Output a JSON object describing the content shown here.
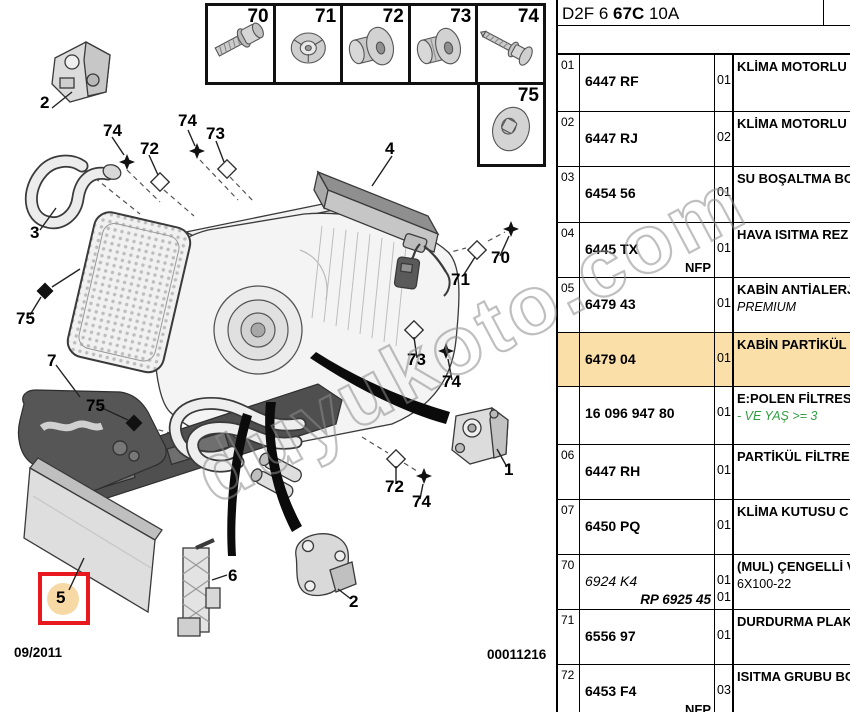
{
  "watermark": {
    "text": "duyukoto.com"
  },
  "footer": {
    "date": "09/2011",
    "sheet": "00011216"
  },
  "fasteners": [
    "70",
    "71",
    "72",
    "73",
    "74",
    "75"
  ],
  "diagram": {
    "callouts": [
      "2",
      "3",
      "74",
      "72",
      "74",
      "73",
      "4",
      "70",
      "71",
      "75",
      "7",
      "75",
      "73",
      "74",
      "1",
      "72",
      "74",
      "5",
      "6",
      "2"
    ]
  },
  "colors": {
    "highlight": "#fbdfa8",
    "selection_red": "#e8191e",
    "note_green": "#2f9e41"
  },
  "table": {
    "header": {
      "prefix": "D2F 6 ",
      "bold": "67C",
      "suffix": " 10A"
    },
    "rows": [
      {
        "num": "01",
        "part": "6447 RF",
        "qty": "01",
        "desc": "KLİMA MOTORLU"
      },
      {
        "num": "02",
        "part": "6447 RJ",
        "qty": "02",
        "desc": "KLİMA MOTORLU"
      },
      {
        "num": "03",
        "part": "6454 56",
        "qty": "01",
        "desc": "SU BOŞALTMA BO"
      },
      {
        "num": "04",
        "part": "6445 TX",
        "part_note": "NFP",
        "qty": "01",
        "desc": "HAVA ISITMA REZ"
      },
      {
        "num": "05",
        "part": "6479 43",
        "qty": "01",
        "desc": "KABİN ANTİALERJ",
        "desc2": "PREMIUM",
        "desc2_style": "italic"
      },
      {
        "num": "",
        "part": "6479 04",
        "qty": "01",
        "desc": "KABİN PARTİKÜL",
        "highlight": true
      },
      {
        "num": "",
        "part": "16 096 947 80",
        "qty": "01",
        "desc": "E:POLEN FİLTRES",
        "desc2": "- VE YAŞ >= 3",
        "desc2_style": "green-italic"
      },
      {
        "num": "06",
        "part": "6447 RH",
        "qty": "01",
        "desc": "PARTİKÜL FİLTRE"
      },
      {
        "num": "07",
        "part": "6450 PQ",
        "qty": "01",
        "desc": "KLİMA KUTUSU C"
      },
      {
        "num": "70",
        "part": "6924 K4",
        "part_style": "italic",
        "part_note": "RP 6925 45",
        "part_note_style": "bold-italic",
        "qty": "01",
        "qty2": "01",
        "desc": "(MUL) ÇENGELLİ V",
        "desc2": "6X100-22"
      },
      {
        "num": "71",
        "part": "6556 97",
        "qty": "01",
        "desc": "DURDURMA PLAK"
      },
      {
        "num": "72",
        "part": "6453 F4",
        "part_note": "NFP",
        "qty": "03",
        "desc": "ISITMA GRUBU BO"
      }
    ]
  }
}
